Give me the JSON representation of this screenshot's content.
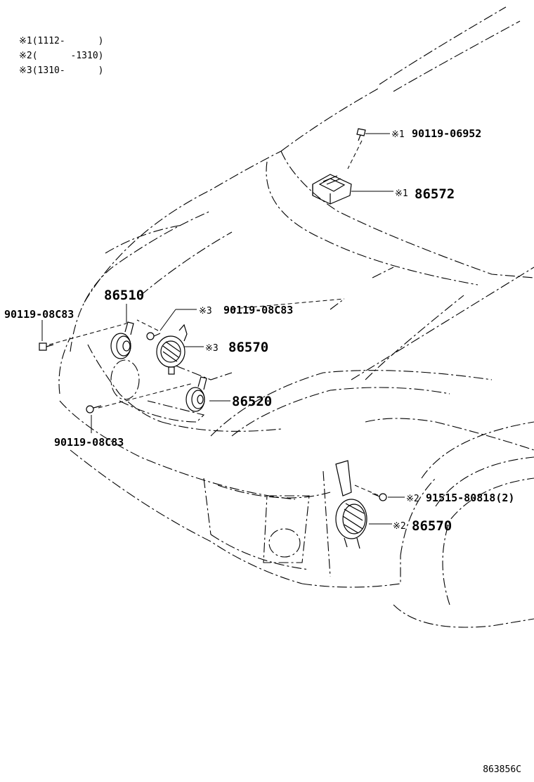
{
  "legend": [
    {
      "mark": "※1",
      "range": "(1112-      )"
    },
    {
      "mark": "※2",
      "range": "(      -1310)"
    },
    {
      "mark": "※3",
      "range": "(1310-      )"
    }
  ],
  "callouts": {
    "bolt_top": {
      "mark": "※1",
      "part": "90119-06952"
    },
    "bracket_top": {
      "mark": "※1",
      "part": "86572"
    },
    "horn_left": {
      "part": "86510"
    },
    "bolt_left": {
      "part": "90119-08C83"
    },
    "bolt_mid": {
      "mark": "※3",
      "part": "90119-08C83"
    },
    "sounder_mid": {
      "mark": "※3",
      "part": "86570"
    },
    "horn_right": {
      "part": "86520"
    },
    "bolt_lower": {
      "part": "90119-08C83"
    },
    "bolt_right": {
      "mark": "※2",
      "part": "91515-80818(2)"
    },
    "sounder_right": {
      "mark": "※2",
      "part": "86570"
    }
  },
  "diagram_code": "863856C"
}
